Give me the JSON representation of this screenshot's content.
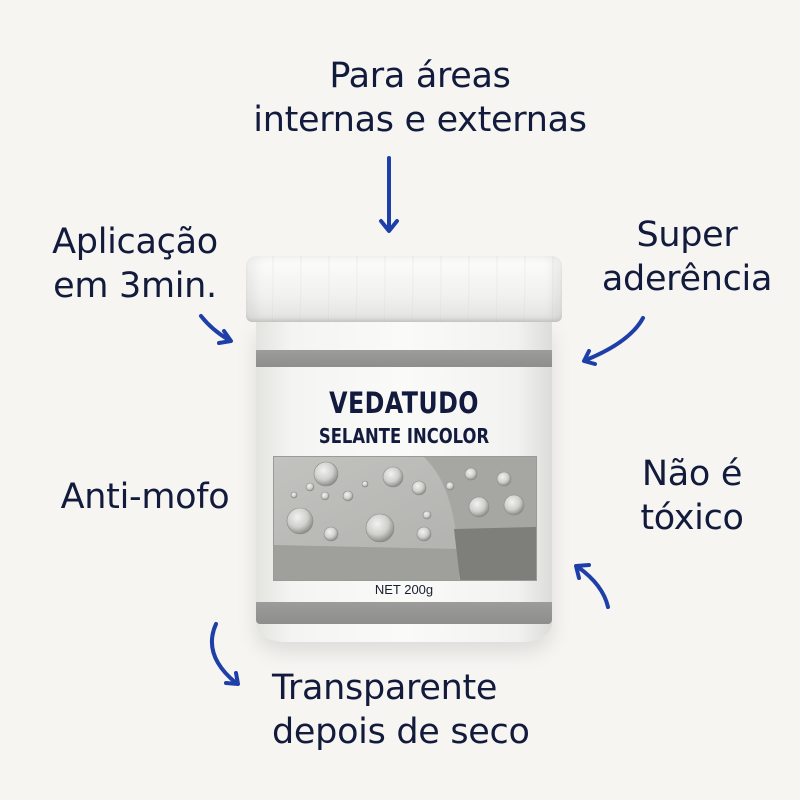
{
  "background_color": "#f6f5f2",
  "accent_color": "#1f3fa8",
  "text_color": "#121b3c",
  "callouts": {
    "top": {
      "line1": "Para áreas",
      "line2": "internas e externas",
      "arrow": "arrow-down-icon"
    },
    "top_left": {
      "line1": "Aplicação",
      "line2": "em 3min.",
      "arrow": "curved-arrow-down-right-icon"
    },
    "top_right": {
      "line1": "Super",
      "line2": "aderência",
      "arrow": "curved-arrow-down-left-icon"
    },
    "middle_left": {
      "line1": "Anti-mofo"
    },
    "middle_right": {
      "line1": "Não é",
      "line2": "tóxico",
      "arrow": "curved-arrow-up-left-icon"
    },
    "bottom": {
      "line1": "Transparente",
      "line2": "depois de seco",
      "arrow": "curved-arrow-down-right-icon"
    }
  },
  "product": {
    "brand": "VEDATUDO",
    "subtitle": "SELANTE INCOLOR",
    "net_weight": "NET 200g",
    "label_image": "water-droplets-on-surface",
    "band_color": "#969694"
  }
}
